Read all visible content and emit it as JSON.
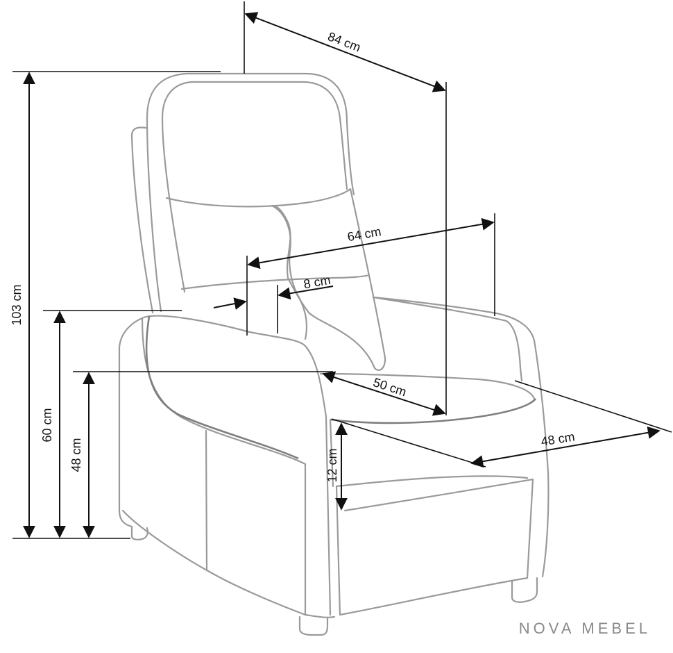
{
  "diagram": {
    "dimensions": {
      "depth": "84 cm",
      "height_total": "103 cm",
      "seat_width": "64 cm",
      "armrest_width": "8 cm",
      "armrest_height": "60 cm",
      "seat_height": "48 cm",
      "seat_depth": "50 cm",
      "footrest_depth": "48 cm",
      "footrest_height": "12 cm"
    },
    "brand": "NOVA MEBEL",
    "colors": {
      "outline": "#9a9a9a",
      "dimension": "#111111",
      "brand": "#8a8a8a"
    }
  }
}
